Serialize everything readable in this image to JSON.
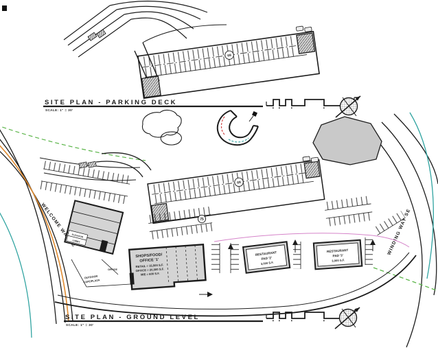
{
  "sheet": {
    "background": "#ffffff",
    "line_color": "#1c1c1c"
  },
  "parking_deck_plan": {
    "title": "SITE PLAN - PARKING DECK",
    "scale_note": "SCALE: 1\" = 30'",
    "stall_count": "69"
  },
  "ground_level_plan": {
    "title": "SITE PLAN - GROUND LEVEL",
    "scale_note": "SCALE: 1\" = 30'",
    "stall_count_main": "69",
    "stall_count_secondary": "75"
  },
  "roads": {
    "west": "WELCOME WAY SE",
    "east": "WINDING WAY SE"
  },
  "buildings": {
    "shops": {
      "line1": "SHOPS/FOOD/",
      "line2": "OFFICE '1'",
      "line3": "RETAIL = 15,500 S.F.",
      "line4": "OFFICE = 20,000 S.F.",
      "line5": "M/E = 600 S.F."
    },
    "restaurant2": {
      "line1": "RESTAURANT",
      "line2": "PAD '2'",
      "line3": "3,000 S.F."
    },
    "restaurant3": {
      "line1": "RESTAURANT",
      "line2": "PAD '3'",
      "line3": "3,000 S.F."
    },
    "garage": {
      "elevator": "ELEVATOR",
      "lobby": "LOBBY",
      "office": "OFFICE"
    }
  },
  "site_labels": {
    "outdoor_cafe_line1": "OUTDOOR",
    "outdoor_cafe_line2": "CAFE/PLAZA"
  },
  "colors": {
    "building_fill": "#d4d4d4",
    "landscape_fill": "#c9c9c9",
    "accent_orange": "#e08a2e",
    "accent_teal": "#2fa3a0",
    "accent_green": "#5cb54a",
    "accent_magenta": "#d583c9",
    "accent_red": "#cf3a3a"
  }
}
